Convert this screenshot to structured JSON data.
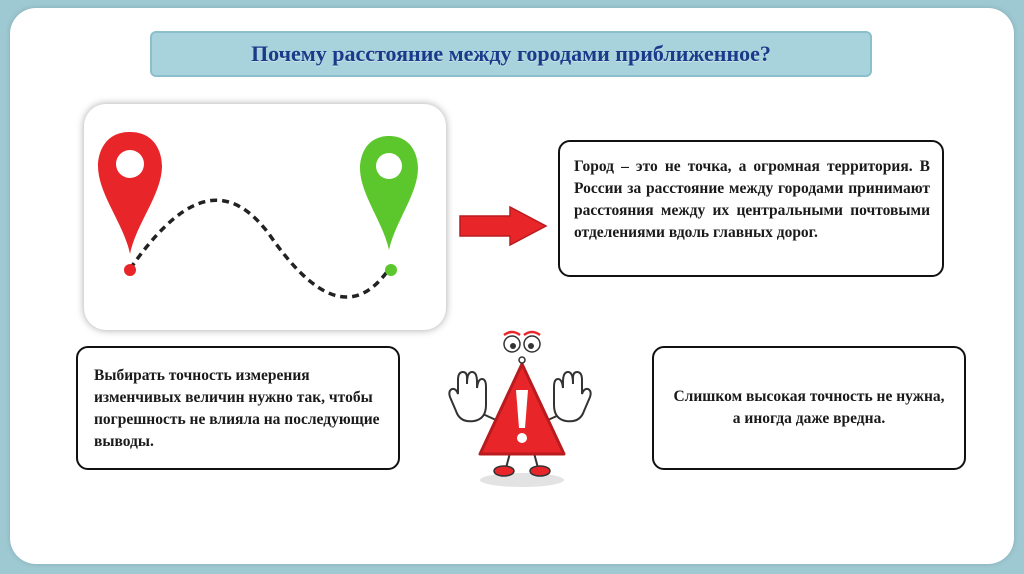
{
  "slide": {
    "title": "Почему расстояние между городами приближенное?"
  },
  "route": {
    "start_marker_color": "#e8262a",
    "end_marker_color": "#5cc72c",
    "path_color": "#222222"
  },
  "arrow": {
    "color": "#e8262a"
  },
  "boxes": {
    "city": "Город – это не точка, а огромная территория. В России за расстояние между городами принимают расстояния между их центральными почтовыми отделениями вдоль главных дорог.",
    "choose": "Выбирать точность измерения изменчивых величин нужно так, чтобы погрешность не влияла на последующие выводы.",
    "precision": "Слишком высокая точность не нужна, а иногда даже вредна."
  },
  "mascot": {
    "icon": "warning-triangle-mascot-icon",
    "color": "#e8262a"
  }
}
